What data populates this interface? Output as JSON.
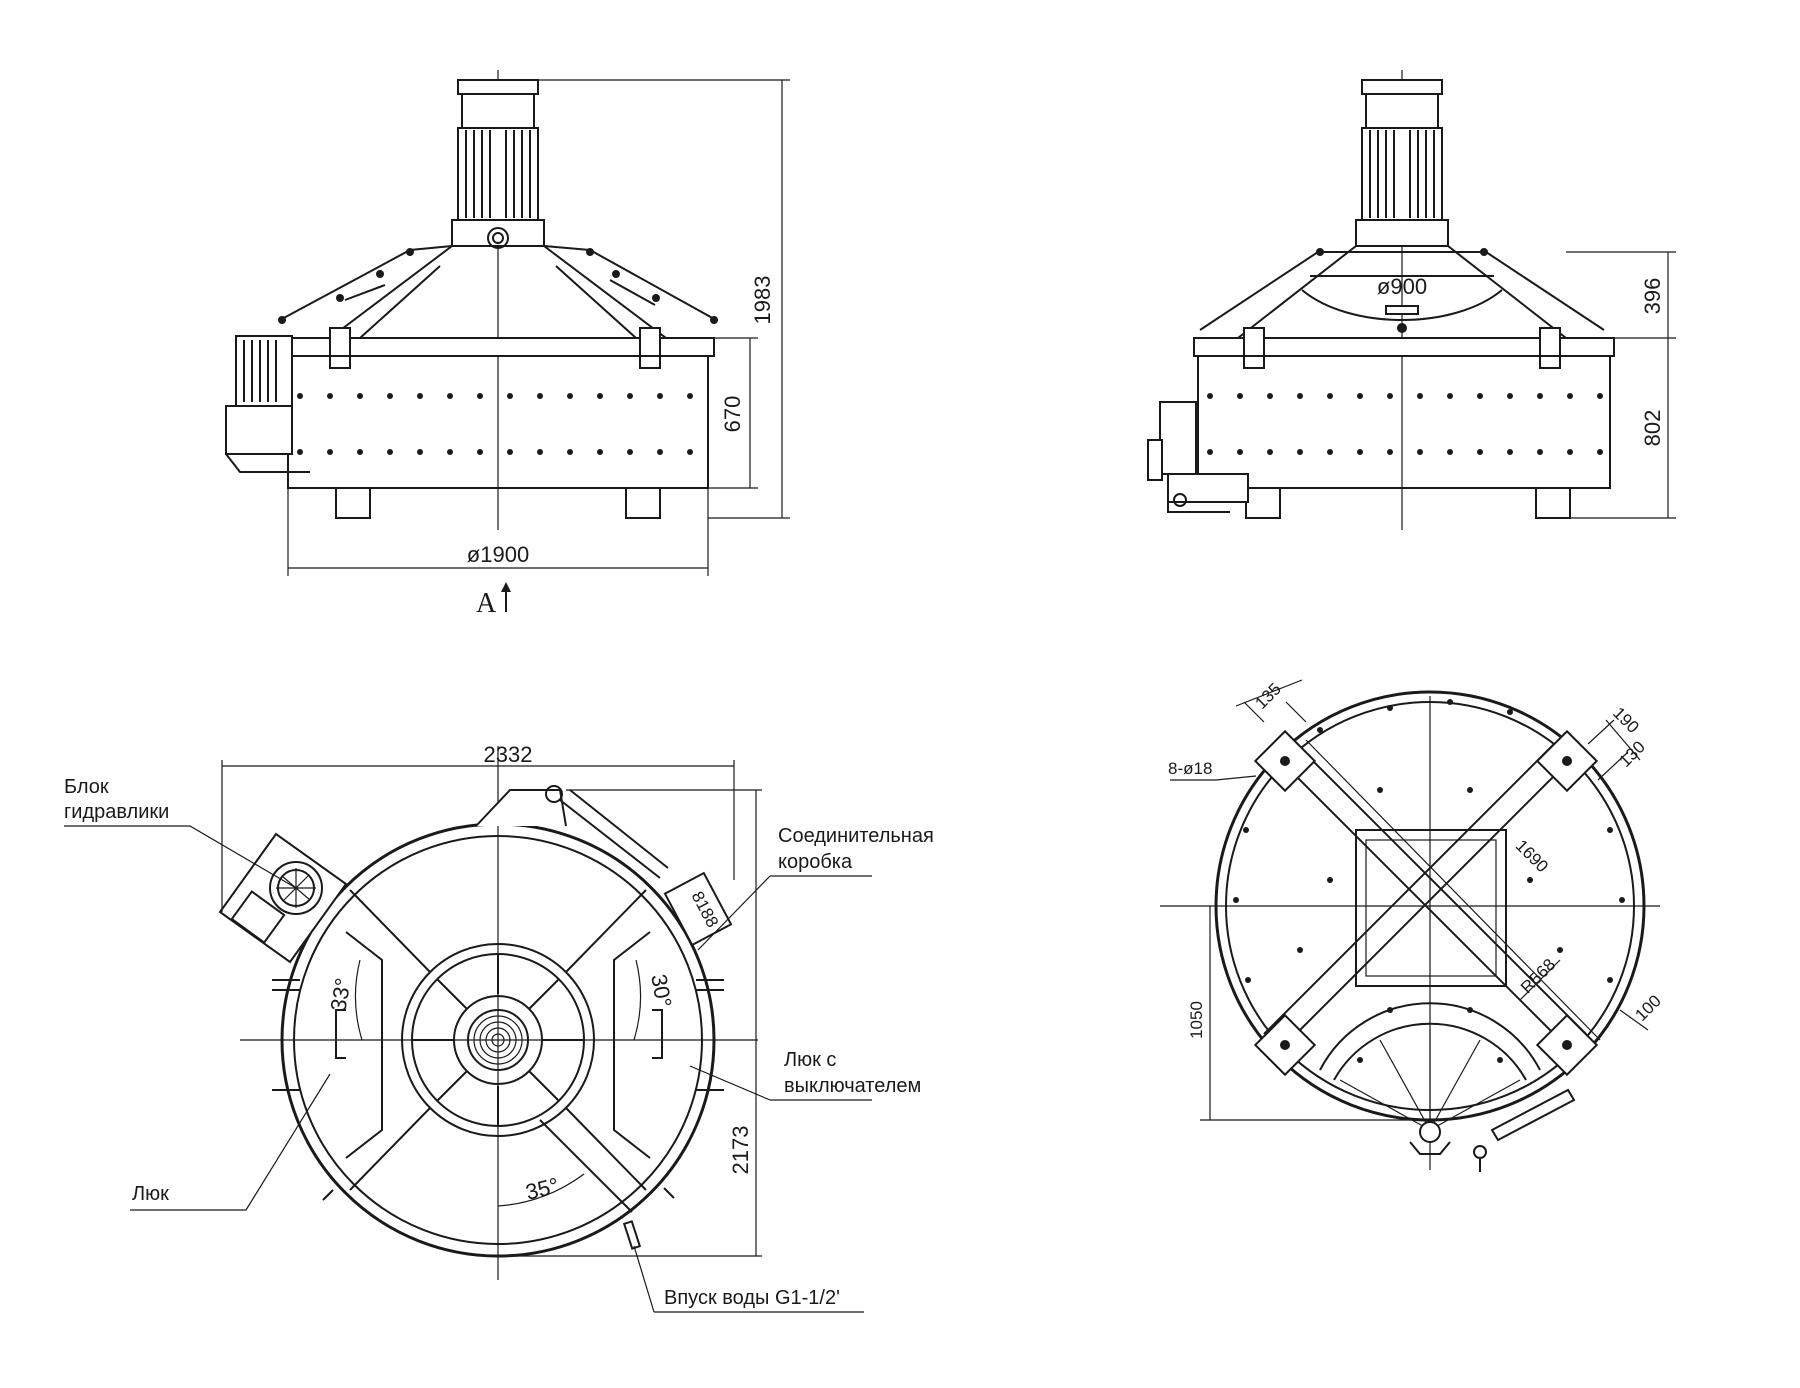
{
  "dimensions": {
    "front_height": "1983",
    "front_body": "670",
    "front_diameter": "ø1900",
    "view_marker": "A",
    "side_top": "396",
    "side_body": "802",
    "side_cover_diameter": "ø900",
    "top_width": "2332",
    "top_depth": "2173",
    "angle_left": "33°",
    "angle_right": "30°",
    "angle_bottom": "35°",
    "base_135": "135",
    "base_190": "190",
    "base_130": "130",
    "base_holes": "8-ø18",
    "base_diag": "1690",
    "base_radius": "R568",
    "base_100": "100",
    "base_1050": "1050"
  },
  "labels": {
    "hydraulic_line1": "Блок",
    "hydraulic_line2": "гидравлики",
    "junction_line1": "Соединительная",
    "junction_line2": "коробка",
    "hatch_switch_line1": "Люк с",
    "hatch_switch_line2": "выключателем",
    "hatch": "Люк",
    "water_inlet": "Впуск воды G1-1/2'"
  },
  "junction_box_text": "8188"
}
